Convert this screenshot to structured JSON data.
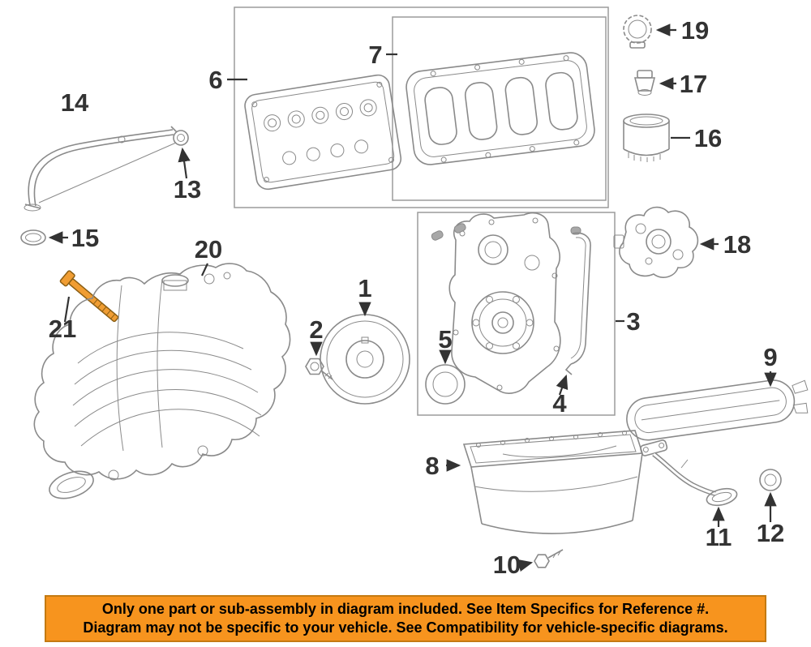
{
  "colors": {
    "background": "#ffffff",
    "line": "#8a8a8a",
    "box": "#9b9b9b",
    "label": "#333333",
    "highlight": "#f09d33",
    "highlight-stroke": "#8a5e14",
    "banner-bg": "#f7941e",
    "banner-border": "#c47a12",
    "banner-text": "#000000"
  },
  "diagram": {
    "highlighted_part": "21",
    "labels": {
      "p1": "1",
      "p2": "2",
      "p3": "3",
      "p4": "4",
      "p5": "5",
      "p6": "6",
      "p7": "7",
      "p8": "8",
      "p9": "9",
      "p10": "10",
      "p11": "11",
      "p12": "12",
      "p13": "13",
      "p14": "14",
      "p15": "15",
      "p16": "16",
      "p17": "17",
      "p18": "18",
      "p19": "19",
      "p20": "20",
      "p21": "21"
    }
  },
  "banner": {
    "line1": "Only one part or sub-assembly in diagram included. See Item Specifics for Reference #.",
    "line2": "Diagram may not be specific to your vehicle. See Compatibility for vehicle-specific diagrams."
  }
}
